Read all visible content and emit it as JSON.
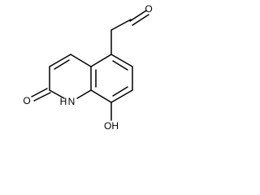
{
  "molecule": {
    "atoms": {
      "aldehyde_oxygen": "O",
      "ketone_oxygen": "O",
      "ring_nitrogen": "N",
      "nh_hydrogen": "H",
      "hydroxyl": "OH"
    },
    "colors": {
      "bond": "#000000",
      "text": "#000000",
      "background": "#ffffff"
    }
  }
}
